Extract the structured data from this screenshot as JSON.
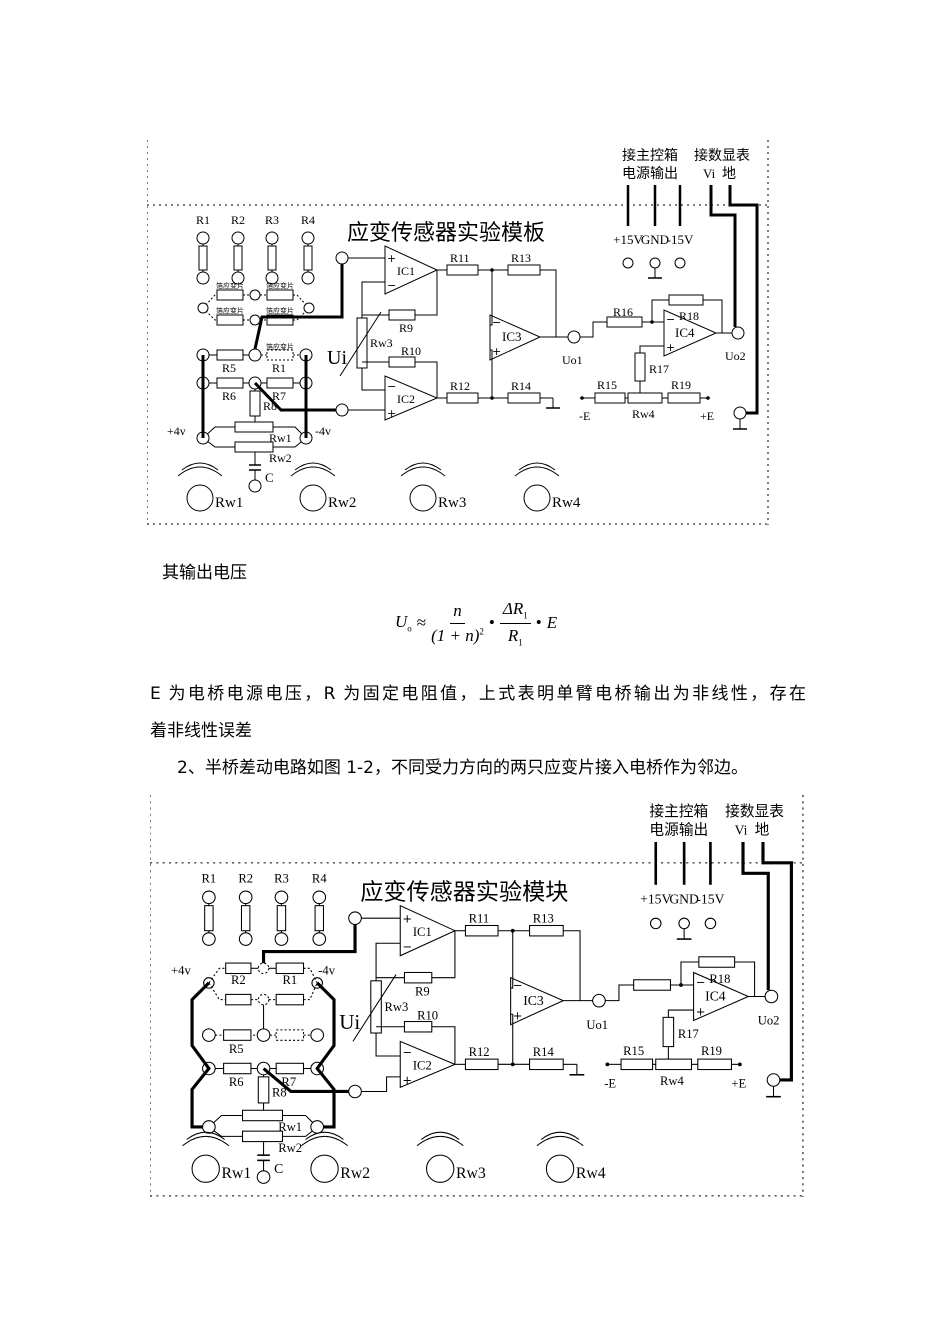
{
  "diagrams": [
    {
      "variant": "single-arm",
      "title": "应变传感器实验模板",
      "supply_note": [
        "接主控箱",
        "电源输出"
      ],
      "meter_note": "接数显表",
      "meter_vi": "Vi",
      "meter_ground": "地",
      "supply_labels": [
        "+15V",
        "GND",
        "-15V"
      ],
      "strain_resistors": [
        "R1",
        "R2",
        "R3",
        "R4"
      ],
      "gauge_label": "箔应变片",
      "bridge": {
        "a": "R5",
        "b": "R1",
        "c": "R6",
        "d": "R7",
        "r8": "R8",
        "rw1": "Rw1",
        "rw2": "Rw2",
        "plus": "+4v",
        "minus": "-4v",
        "cap": "C"
      },
      "amp": {
        "ui": "Ui",
        "rw3": "Rw3",
        "r9": "R9",
        "r10": "R10",
        "ic1": "IC1",
        "ic2": "IC2",
        "ic3": "IC3",
        "ic4": "IC4",
        "r11": "R11",
        "r12": "R12",
        "r13": "R13",
        "r14": "R14",
        "r16": "R16",
        "r17": "R17",
        "r18": "R18",
        "r15": "R15",
        "r19": "R19",
        "rw4": "Rw4",
        "neg_e": "-E",
        "pos_e": "+E",
        "uo1": "Uo1",
        "uo2": "Uo2"
      },
      "knobs": [
        "Rw1",
        "Rw2",
        "Rw3",
        "Rw4"
      ]
    },
    {
      "variant": "half-bridge",
      "title": "应变传感器实验模块",
      "supply_note": [
        "接主控箱",
        "电源输出"
      ],
      "meter_note": "接数显表",
      "meter_vi": "Vi",
      "meter_ground": "地",
      "supply_labels": [
        "+15V",
        "GND",
        "-15V"
      ],
      "strain_resistors": [
        "R1",
        "R2",
        "R3",
        "R4"
      ],
      "bridge": {
        "a": "R2",
        "b": "R1",
        "c": "R5",
        "d": "R6",
        "e": "R7",
        "r8": "R8",
        "rw1": "Rw1",
        "rw2": "Rw2",
        "plus": "+4v",
        "minus": "-4v",
        "cap": "C"
      },
      "amp": {
        "ui": "Ui",
        "rw3": "Rw3",
        "r9": "R9",
        "r10": "R10",
        "ic1": "IC1",
        "ic2": "IC2",
        "ic3": "IC3",
        "ic4": "IC4",
        "r11": "R11",
        "r12": "R12",
        "r13": "R13",
        "r14": "R14",
        "r16": "",
        "r17": "R17",
        "r18": "R18",
        "r15": "R15",
        "r19": "R19",
        "rw4": "Rw4",
        "neg_e": "-E",
        "pos_e": "+E",
        "uo1": "Uo1",
        "uo2": "Uo2"
      },
      "knobs": [
        "Rw1",
        "Rw2",
        "Rw3",
        "Rw4"
      ]
    }
  ],
  "text": {
    "output_voltage_intro": "其输出电压",
    "formula": {
      "lhs": "U",
      "lhs_sub": "o",
      "approx": "≈",
      "num1": "n",
      "den1": "(1 + n)",
      "den1_sup": "2",
      "dot": "•",
      "num2": "ΔR",
      "num2_sub": "1",
      "den2": "R",
      "den2_sub": "1",
      "tail": "E"
    },
    "para1_line1": "E 为电桥电源电压，R 为固定电阻值，上式表明单臂电桥输出为非线性，存在",
    "para1_line2": "着非线性误差",
    "para2": "2、半桥差动电路如图 1-2，不同受力方向的两只应变片接入电桥作为邻边。"
  }
}
